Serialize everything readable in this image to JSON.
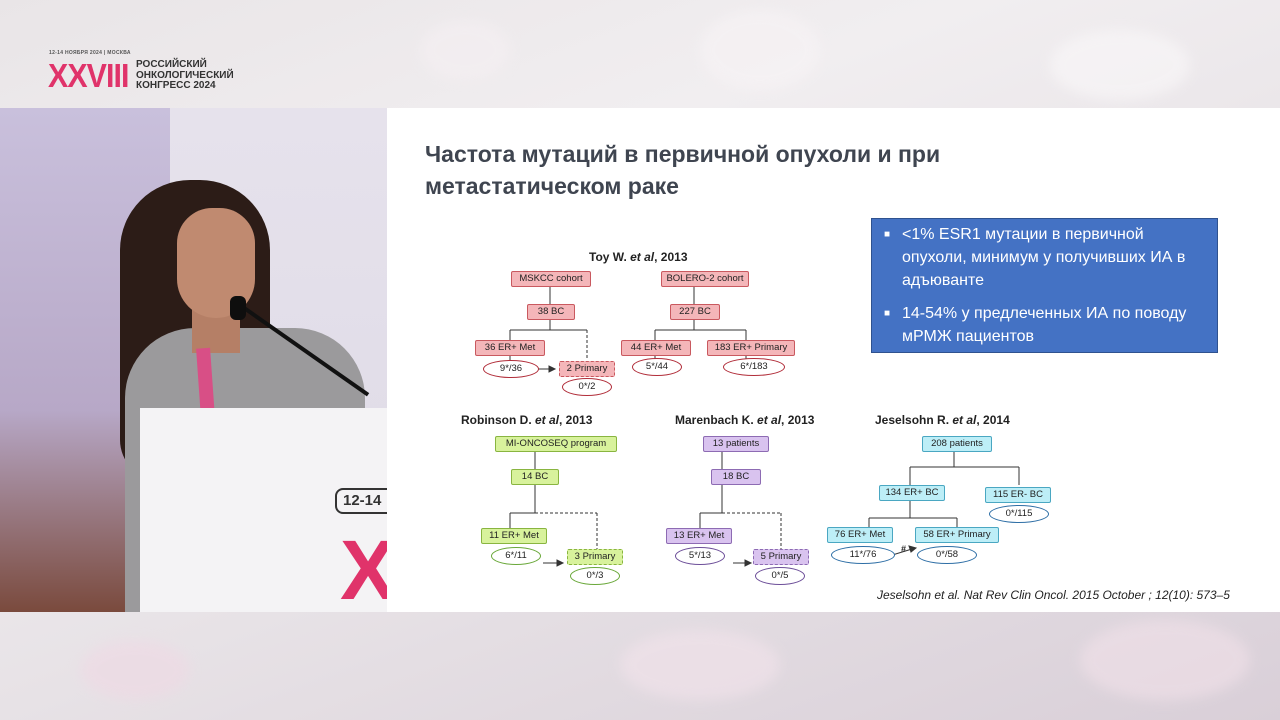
{
  "congress": {
    "date": "12-14 НОЯБРЯ 2024 | МОСКВА",
    "roman": "XXVIII",
    "name_line1": "РОССИЙСКИЙ",
    "name_line2": "ОНКОЛОГИЧЕСКИЙ",
    "name_line3": "КОНГРЕСС 2024"
  },
  "video": {
    "podium_tag": "12-14",
    "podium_letter": "X"
  },
  "slide": {
    "title_line1": "Частота мутаций в первичной опухоли и при",
    "title_line2": "метастатическом раке",
    "callout": [
      "<1% ESR1 мутации в первичной опухоли, минимум у получивших ИА в адъюванте",
      " 14-54%  у предлеченных ИА по поводу мРМЖ пациентов"
    ],
    "citation": "Jeselsohn  et al. Nat Rev Clin Oncol. 2015 October ; 12(10): 573–5"
  },
  "diagrams": {
    "toy": {
      "title_main": "Toy W. ",
      "title_etal": "et al",
      "title_year": ", 2013",
      "mskcc": "MSKCC cohort",
      "bolero": "BOLERO-2 cohort",
      "bc38": "38 BC",
      "bc227": "227 BC",
      "met36": "36 ER+ Met",
      "primary2": "2 Primary",
      "met44": "44 ER+ Met",
      "primary183": "183 ER+ Primary",
      "o_936": "9*/36",
      "o_02": "0*/2",
      "o_544": "5*/44",
      "o_6183": "6*/183"
    },
    "robinson": {
      "title_main": "Robinson D. ",
      "title_etal": "et al",
      "title_year": ", 2013",
      "program": "MI-ONCOSEQ program",
      "bc14": "14 BC",
      "met11": "11 ER+ Met",
      "primary3": "3 Primary",
      "o_611": "6*/11",
      "o_03": "0*/3"
    },
    "marenbach": {
      "title_main": "Marenbach K. ",
      "title_etal": "et al",
      "title_year": ", 2013",
      "patients13": "13 patients",
      "bc18": "18 BC",
      "met13": "13 ER+ Met",
      "primary5": "5 Primary",
      "o_513": "5*/13",
      "o_05": "0*/5"
    },
    "jeselsohn": {
      "title_main": "Jeselsohn R. ",
      "title_etal": "et al",
      "title_year": ", 2014",
      "patients208": "208 patients",
      "bc134": "134 ER+ BC",
      "bc115": "115 ER- BC",
      "o_0115": "0*/115",
      "met76": "76 ER+ Met",
      "primary58": "58 ER+ Primary",
      "o_1176": "11*/76",
      "o_058": "0*/58",
      "hash": "#"
    }
  }
}
